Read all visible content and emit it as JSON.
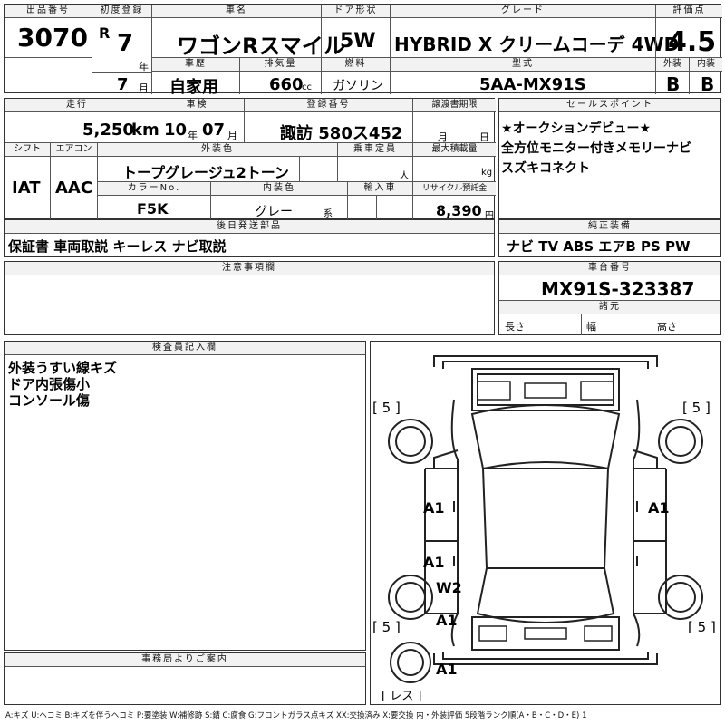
{
  "top": {
    "lot_no_label": "出品番号",
    "lot_no": "3070",
    "first_reg_label": "初度登録",
    "era": "R",
    "year": "7",
    "year_unit": "年",
    "month": "7",
    "month_unit": "月",
    "car_name_label": "車名",
    "car_name": "ワゴンRスマイル",
    "door_label": "ドア形状",
    "door": "5W",
    "grade_label": "グレード",
    "grade": "HYBRID X クリームコーデ 4WD",
    "score_label": "評価点",
    "score": "4.5",
    "history_label": "車歴",
    "history": "自家用",
    "displacement_label": "排気量",
    "displacement": "660",
    "displacement_unit": "cc",
    "fuel_label": "燃料",
    "fuel": "ガソリン",
    "model_label": "型式",
    "model": "5AA-MX91S",
    "exterior_label": "外装",
    "exterior": "B",
    "interior_label": "内装",
    "interior": "B"
  },
  "row2": {
    "mileage_label": "走行",
    "mileage": "5,250",
    "mileage_unit": "km",
    "inspection_label": "車検",
    "insp_year": "10",
    "insp_year_unit": "年",
    "insp_month": "07",
    "insp_month_unit": "月",
    "plate_label": "登録番号",
    "plate": "諏訪 580ス452",
    "transfer_label": "譲渡書期限",
    "transfer_month_unit": "月",
    "transfer_day_unit": "日",
    "shift_label": "シフト",
    "shift": "IAT",
    "ac_label": "エアコン",
    "ac": "AAC",
    "color_label": "外装色",
    "color": "トープグレージュ2トーン",
    "capacity_label": "乗車定員",
    "capacity_unit": "人",
    "load_label": "最大積載量",
    "load_unit": "kg",
    "color_no_label": "カラーNo.",
    "color_no": "F5K",
    "int_color_label": "内装色",
    "int_color": "グレー",
    "int_color_unit": "系",
    "import_label": "輸入車",
    "recycle_label": "リサイクル預託金",
    "recycle": "8,390",
    "recycle_unit": "円"
  },
  "sales": {
    "label": "セールスポイント",
    "lines": [
      "★オークションデビュー★",
      "全方位モニター付きメモリーナビ",
      "スズキコネクト"
    ]
  },
  "parts": {
    "label": "後日発送部品",
    "value": "保証書 車両取説 キーレス ナビ取説"
  },
  "equip": {
    "label": "純正装備",
    "value": "ナビ TV ABS エアB PS PW"
  },
  "notes": {
    "label": "注意事項欄"
  },
  "chassis": {
    "label": "車台番号",
    "value": "MX91S-323387",
    "spec_label": "諸元",
    "length_label": "長さ",
    "width_label": "幅",
    "height_label": "高さ"
  },
  "inspector": {
    "label": "検査員記入欄",
    "lines": [
      "外装うすい線キズ",
      "ドア内張傷小",
      "コンソール傷"
    ]
  },
  "office": {
    "label": "事務局よりご案内"
  },
  "diagram": {
    "tire_fl": "5",
    "tire_fr": "5",
    "tire_rl": "5",
    "tire_rr": "5",
    "spare": "レス",
    "mark_left_front_door": "A1",
    "mark_right_front_door": "A1",
    "mark_left_rear_door": "A1",
    "mark_left_rear_quarter": "W2",
    "mark_left_rear": "A1",
    "mark_rear_bumper": "A1"
  },
  "legend": "A:キズ U:ヘコミ B:キズを伴うヘコミ P:要塗装 W:補修跡 S:錆 C:腐食 G:フロントガラス点キズ XX:交換済み X:要交換 内・外装評価 5段階ランク順(A・B・C・D・E) 1"
}
